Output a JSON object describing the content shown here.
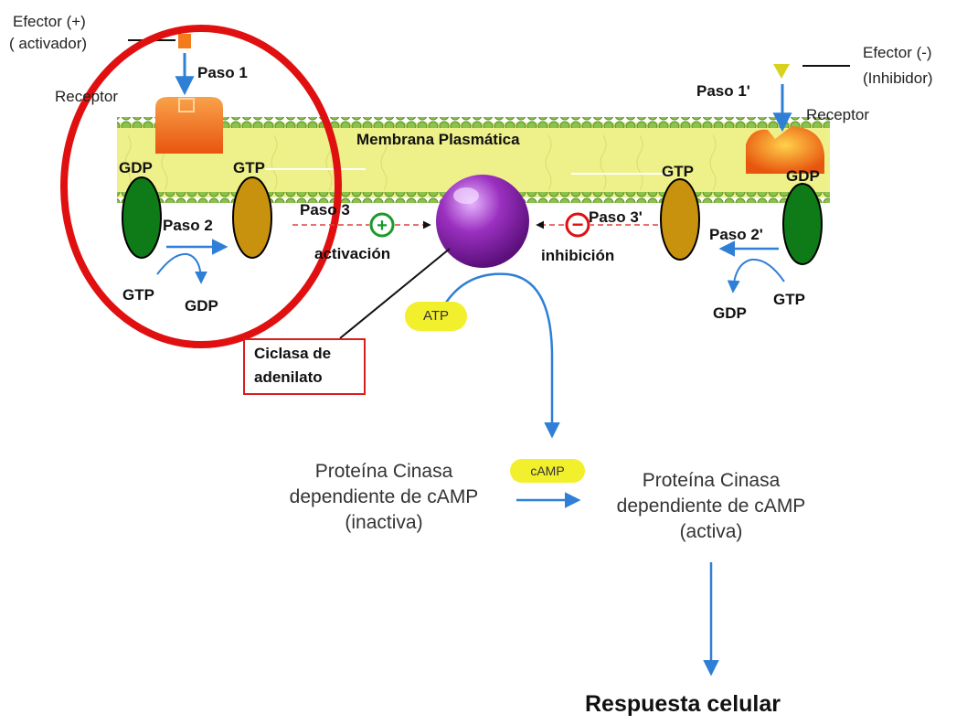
{
  "labels": {
    "efector_pos_line1": "Efector (+)",
    "efector_pos_line2": "( activador)",
    "paso1": "Paso 1",
    "receptor_left": "Receptor",
    "membrana": "Membrana Plasmática",
    "gdp_left_top": "GDP",
    "gtp_left_top": "GTP",
    "paso2": "Paso 2",
    "gtp_left_bottom": "GTP",
    "gdp_left_bottom": "GDP",
    "paso3": "Paso 3",
    "activacion": "activación",
    "ciclasa_line1": "Ciclasa de",
    "ciclasa_line2": "adenilato",
    "atp": "ATP",
    "efector_neg_line1": "Efector (-)",
    "efector_neg_line2": "(Inhibidor)",
    "paso1p": "Paso 1'",
    "receptor_right": "Receptor",
    "gtp_right_top": "GTP",
    "gdp_right_top": "GDP",
    "paso3p": "Paso 3'",
    "inhibicion": "inhibición",
    "paso2p": "Paso 2'",
    "gtp_right_bottom": "GTP",
    "gdp_right_bottom": "GDP",
    "camp": "cAMP",
    "pk_inactive_line1": "Proteína Cinasa",
    "pk_inactive_line2": "dependiente de cAMP",
    "pk_inactive_line3": "(inactiva)",
    "pk_active_line1": "Proteína Cinasa",
    "pk_active_line2": "dependiente de cAMP",
    "pk_active_line3": "(activa)",
    "respuesta": "Respuesta celular",
    "plus_sign": "+",
    "minus_sign": "−"
  },
  "colors": {
    "membrane": "#eef08a",
    "lipid_head": "#8bc34a",
    "g_alpha_green": "#0e7a18",
    "g_protein_gold": "#c8920e",
    "adenylate_cyclase": "#9b30c0",
    "receptor_orange": "#f47a1c",
    "arrow_blue": "#2f7fd6",
    "highlight_red": "#e01010",
    "pill_yellow": "#f2ef2c"
  }
}
